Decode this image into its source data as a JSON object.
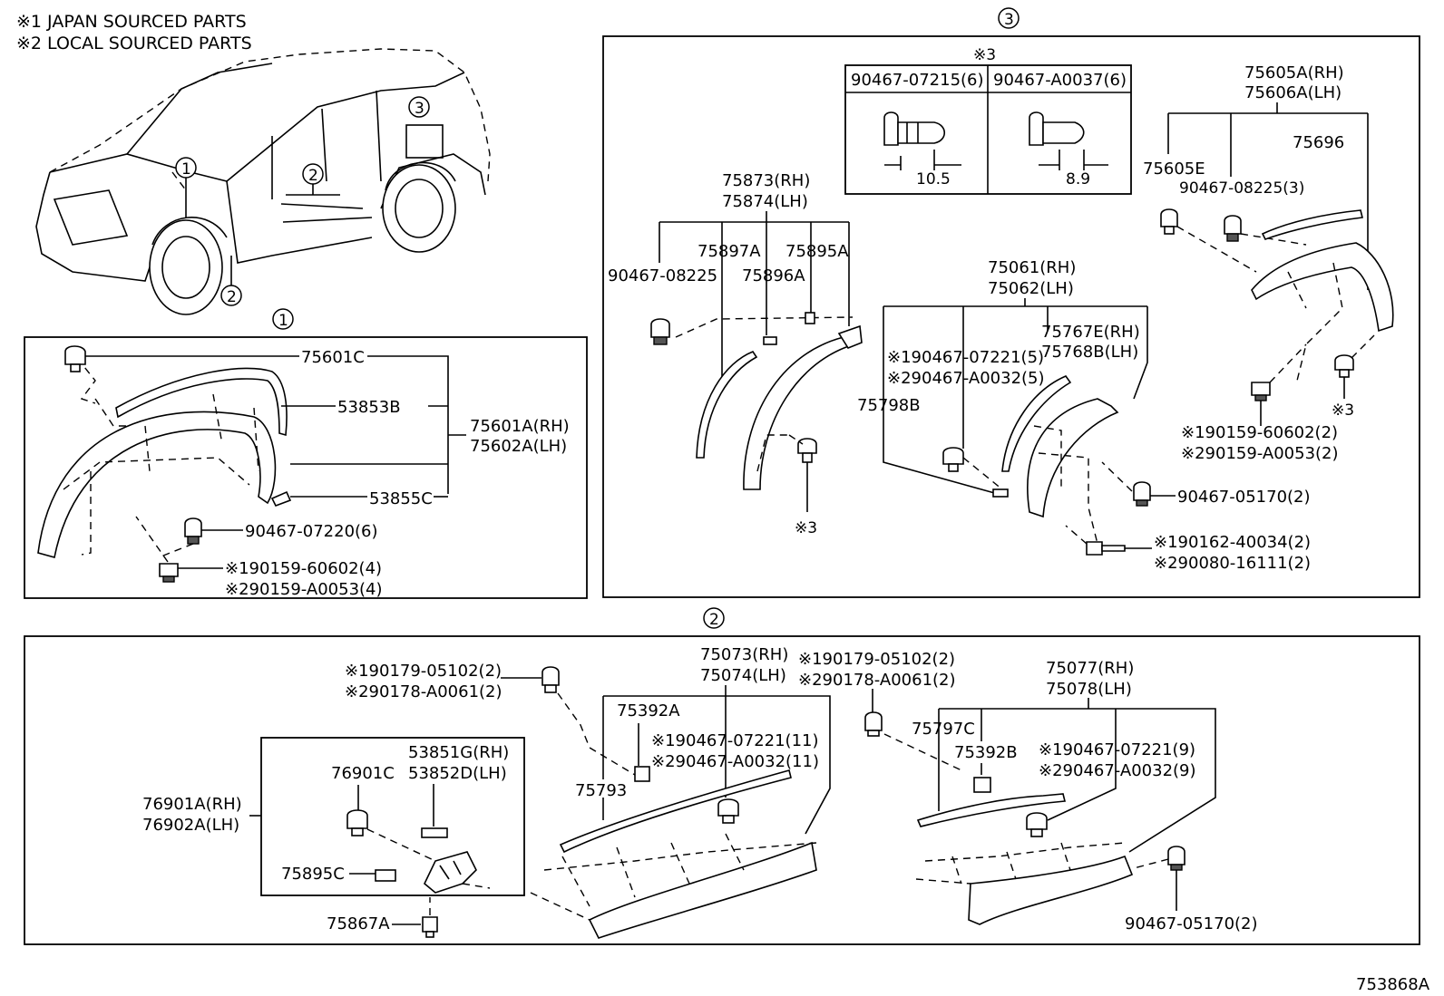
{
  "notes": {
    "japan": "※1 JAPAN SOURCED PARTS",
    "local": "※2 LOCAL SOURCED PARTS"
  },
  "refs": {
    "r1": "1",
    "r2": "2",
    "r3": "3"
  },
  "section1": {
    "p75601C": "75601C",
    "p53853B": "53853B",
    "p75601A": "75601A(RH)",
    "p75602A": "75602A(LH)",
    "p53855C": "53855C",
    "p9046707220": "90467-07220(6)",
    "p9015960602": "※190159-60602(4)",
    "p90159A0053": "※290159-A0053(4)"
  },
  "section3": {
    "clip_note": "※3",
    "clip_a": "90467-07215(6)",
    "clip_b": "90467-A0037(6)",
    "dim_a": "10.5",
    "dim_b": "8.9",
    "p75873": "75873(RH)",
    "p75874": "75874(LH)",
    "p75897A": "75897A",
    "p75895A": "75895A",
    "p75896A": "75896A",
    "p9046708225_left": "90467-08225",
    "ref3_left": "※3",
    "p75061": "75061(RH)",
    "p75062": "75062(LH)",
    "p9046707221": "※190467-07221(5)",
    "p90467A0032": "※290467-A0032(5)",
    "p75767E": "75767E(RH)",
    "p75768B": "75768B(LH)",
    "p75798B": "75798B",
    "p9046705170": "90467-05170(2)",
    "p9016240034": "※190162-40034(2)",
    "p9008016111": "※290080-16111(2)",
    "p75605A": "75605A(RH)",
    "p75606A": "75606A(LH)",
    "p75605E": "75605E",
    "p75696": "75696",
    "p9046708225_right": "90467-08225(3)",
    "ref3_right": "※3",
    "p9015960602": "※190159-60602(2)",
    "p90159A0053": "※290159-A0053(2)"
  },
  "section2": {
    "p9017905102_left": "※190179-05102(2)",
    "p90178A0061_left": "※290178-A0061(2)",
    "p75073": "75073(RH)",
    "p75074": "75074(LH)",
    "p9017905102_right": "※190179-05102(2)",
    "p90178A0061_right": "※290178-A0061(2)",
    "p75392A": "75392A",
    "p9046707221": "※190467-07221(11)",
    "p90467A0032": "※290467-A0032(11)",
    "p75793": "75793",
    "p53851G": "53851G(RH)",
    "p53852D": "53852D(LH)",
    "p76901C": "76901C",
    "p76901A": "76901A(RH)",
    "p76902A": "76902A(LH)",
    "p75895C": "75895C",
    "p75867A": "75867A",
    "p75077": "75077(RH)",
    "p75078": "75078(LH)",
    "p75797C": "75797C",
    "p75392B": "75392B",
    "p9046707221_b": "※190467-07221(9)",
    "p90467A0032_b": "※290467-A0032(9)",
    "p9046705170": "90467-05170(2)"
  },
  "diagram_id": "753868A"
}
